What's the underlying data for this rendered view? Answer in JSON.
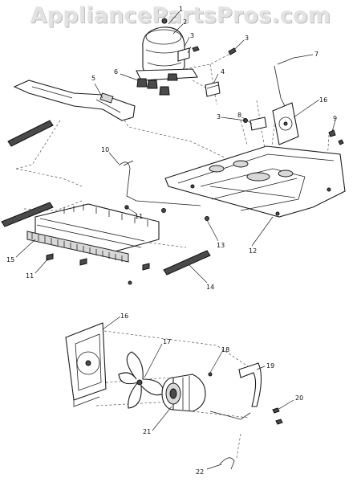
{
  "watermark": "AppliancePartsPros.com",
  "callouts": [
    "1",
    "2",
    "3",
    "3",
    "4",
    "5",
    "6",
    "7",
    "3",
    "8",
    "16",
    "9",
    "10",
    "11",
    "12",
    "13",
    "14",
    "15",
    "11",
    "16",
    "17",
    "18",
    "19",
    "20",
    "21",
    "22"
  ]
}
